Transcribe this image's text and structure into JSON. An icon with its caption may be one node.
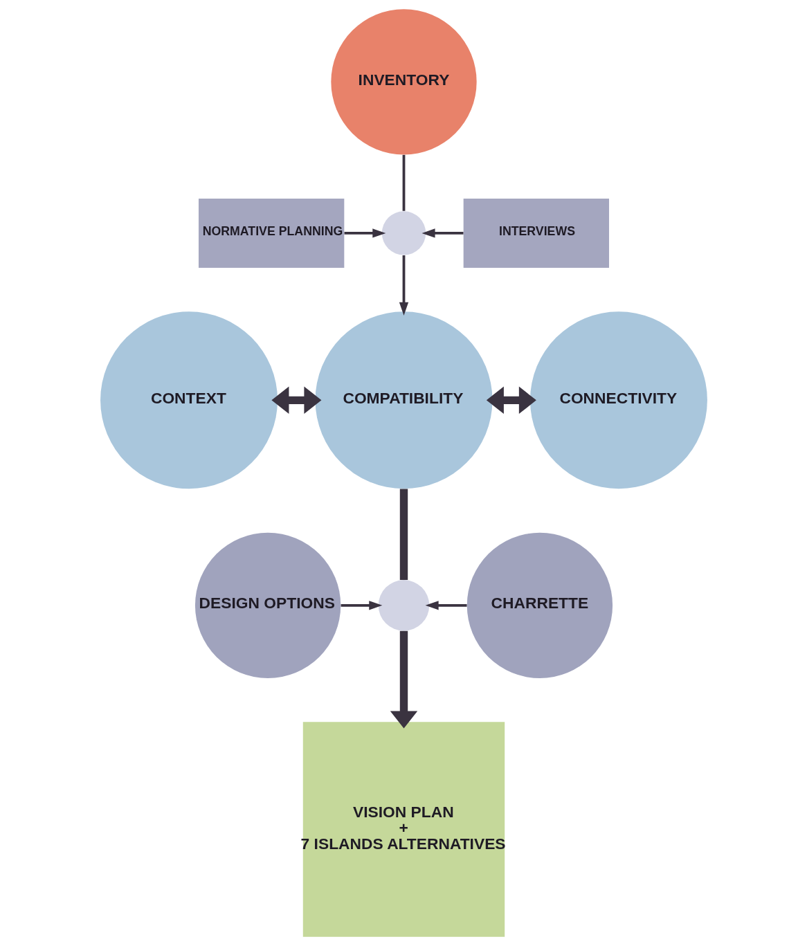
{
  "diagram": {
    "nodes": [
      {
        "text": [
          "INVENTORY"
        ]
      },
      {
        "text": [
          "NORMATIVE PLANNING"
        ]
      },
      {
        "text": [],
        "shape": "circle"
      },
      {
        "text": [
          "INTERVIEWS"
        ]
      },
      {
        "text": [
          "CONTEXT"
        ]
      },
      {
        "text": [
          "COMPATIBILITY"
        ]
      },
      {
        "text": [
          "CONNECTIVITY"
        ]
      },
      {
        "text": [
          "DESIGN OPTIONS"
        ]
      },
      {
        "text": [],
        "shape": "circle"
      },
      {
        "text": [
          "CHARRETTE"
        ]
      },
      {
        "text": [
          "VISION PLAN",
          "+",
          "7 ISLANDS ALTERNATIVES"
        ]
      }
    ],
    "edges": [
      {
        "from": 0,
        "to": 2,
        "arrow": "none"
      },
      {
        "from": 2,
        "to": 5,
        "arrow": "to"
      },
      {
        "from": 1,
        "to": 2,
        "arrow": "to"
      },
      {
        "from": 3,
        "to": 2,
        "arrow": "to"
      },
      {
        "from": 4,
        "to": 5,
        "arrow": "both",
        "style": "thick"
      },
      {
        "from": 5,
        "to": 6,
        "arrow": "both",
        "style": "thick"
      },
      {
        "from": 5,
        "to": 8,
        "arrow": "none",
        "style": "thick"
      },
      {
        "from": 8,
        "to": 10,
        "arrow": "to",
        "style": "thick"
      },
      {
        "from": 7,
        "to": 8,
        "arrow": "to"
      },
      {
        "from": 9,
        "to": 8,
        "arrow": "to"
      }
    ]
  }
}
